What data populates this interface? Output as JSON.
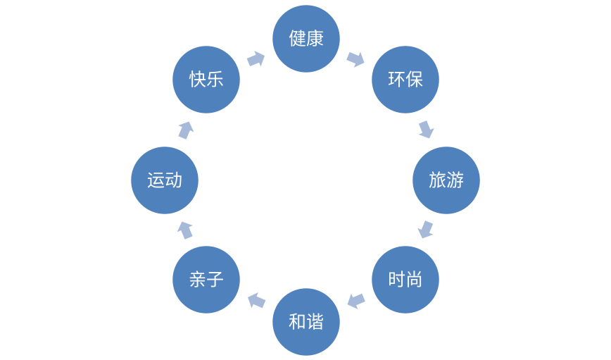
{
  "diagram": {
    "type": "cycle",
    "direction": "clockwise",
    "colors": {
      "node_fill": "#4f81bd",
      "node_text": "#ffffff",
      "arrow_fill": "#a7b9d9",
      "background": "#ffffff"
    },
    "nodes": [
      {
        "label": "健康"
      },
      {
        "label": "环保"
      },
      {
        "label": "旅游"
      },
      {
        "label": "时尚"
      },
      {
        "label": "和谐"
      },
      {
        "label": "亲子"
      },
      {
        "label": "运动"
      },
      {
        "label": "快乐"
      }
    ]
  }
}
